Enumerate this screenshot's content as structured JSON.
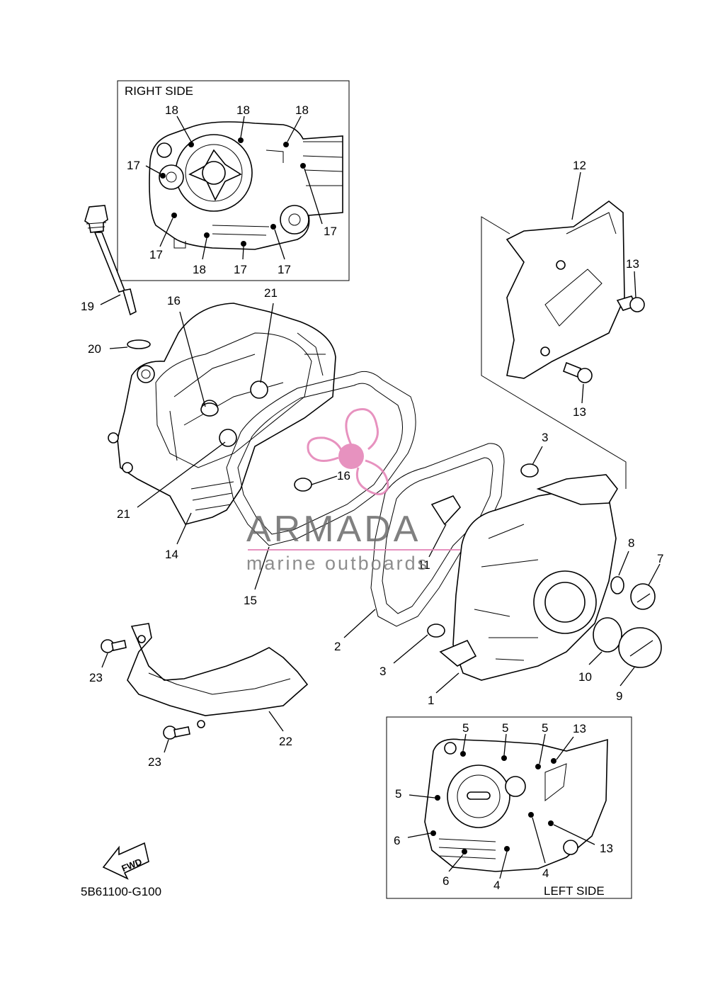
{
  "diagram": {
    "code": "5B61100-G100",
    "right_side_title": "RIGHT SIDE",
    "left_side_title": "LEFT SIDE",
    "fwd_label": "FWD"
  },
  "watermark": {
    "title": "ARMADA",
    "subtitle": "marine outboards",
    "accent_color": "#e37fb4",
    "text_color": "#6b6b6b"
  },
  "callouts": {
    "main": [
      "1",
      "2",
      "3",
      "3",
      "7",
      "8",
      "9",
      "10",
      "11",
      "12",
      "13",
      "13",
      "14",
      "15",
      "16",
      "16",
      "19",
      "20",
      "21",
      "21",
      "22",
      "23",
      "23"
    ],
    "right_side": [
      "18",
      "18",
      "18",
      "17",
      "17",
      "17",
      "17",
      "18",
      "17",
      "17"
    ],
    "left_side": [
      "5",
      "5",
      "5",
      "13",
      "5",
      "6",
      "6",
      "4",
      "4",
      "13"
    ]
  }
}
